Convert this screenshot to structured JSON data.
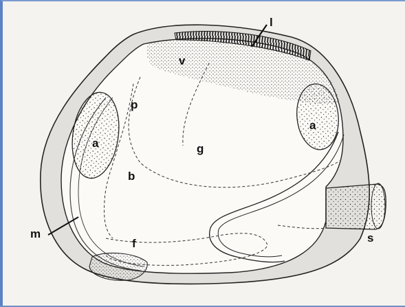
{
  "diagram": {
    "labels": {
      "l": "l",
      "v": "v",
      "p": "p",
      "a_left": "a",
      "a_right": "a",
      "g": "g",
      "b": "b",
      "m": "m",
      "f": "f",
      "s": "s"
    }
  }
}
